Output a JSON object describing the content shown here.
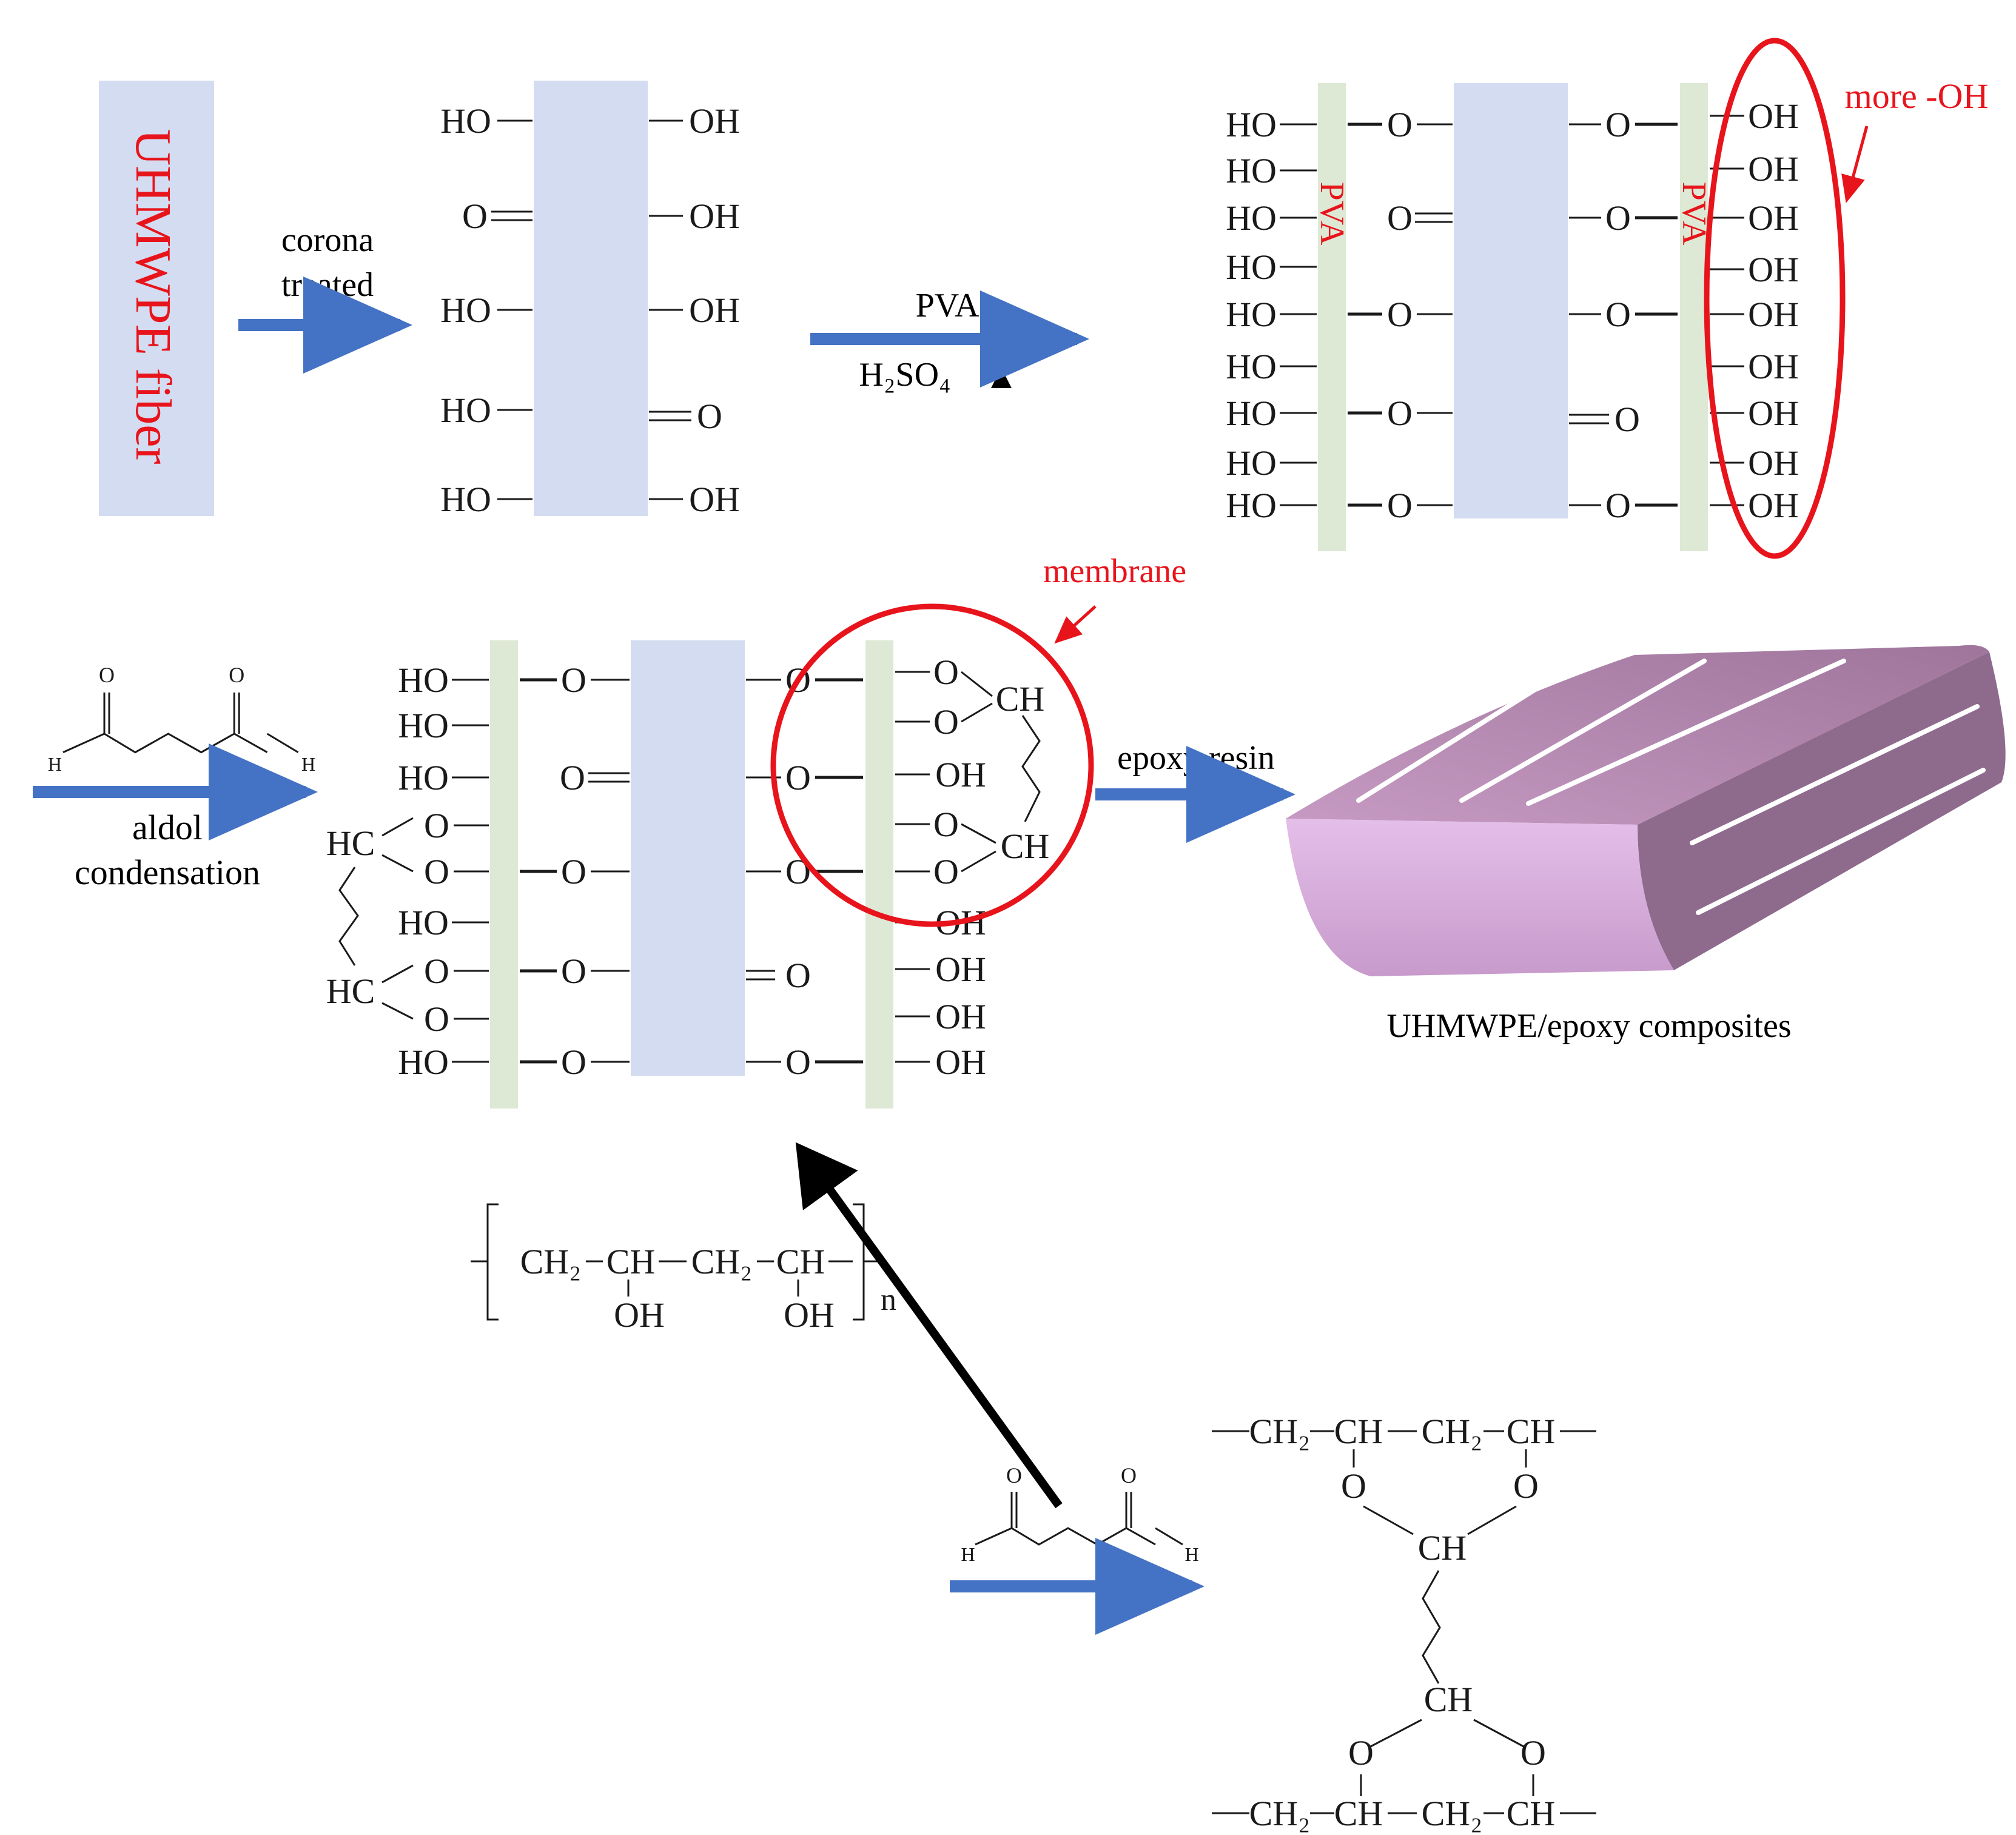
{
  "colors": {
    "fiber": "#d3dcf0",
    "pva": "#dde9d4",
    "flow_arrow": "#4472c4",
    "highlight": "#e8141c",
    "text": "#1a1a1a",
    "black_arrow": "#000000",
    "composite_top": "#b889b3",
    "composite_front": "#e0b8e6",
    "composite_side": "#8e6a8d"
  },
  "fiber": {
    "label": "UHMWPE fiber"
  },
  "steps": {
    "corona": {
      "line1": "corona",
      "line2": "treated"
    },
    "pva": {
      "above": "PVA",
      "below": "H₂SO₄",
      "heat_symbol": "▲"
    },
    "aldol": {
      "line1": "aldol",
      "line2": "condensation"
    },
    "epoxy": {
      "above": "epoxy resin"
    }
  },
  "groups": {
    "ho": "HO",
    "oh": "OH",
    "o": "O",
    "ch": "CH",
    "hc": "HC",
    "h": "H",
    "n": "n",
    "pva_label": "PVA"
  },
  "callouts": {
    "more_oh": "more -OH",
    "membrane": "membrane"
  },
  "composite": {
    "caption": "UHMWPE/epoxy composites"
  },
  "polymer": {
    "ch2": "CH₂",
    "ch": "CH",
    "oh": "OH",
    "o": "O"
  }
}
